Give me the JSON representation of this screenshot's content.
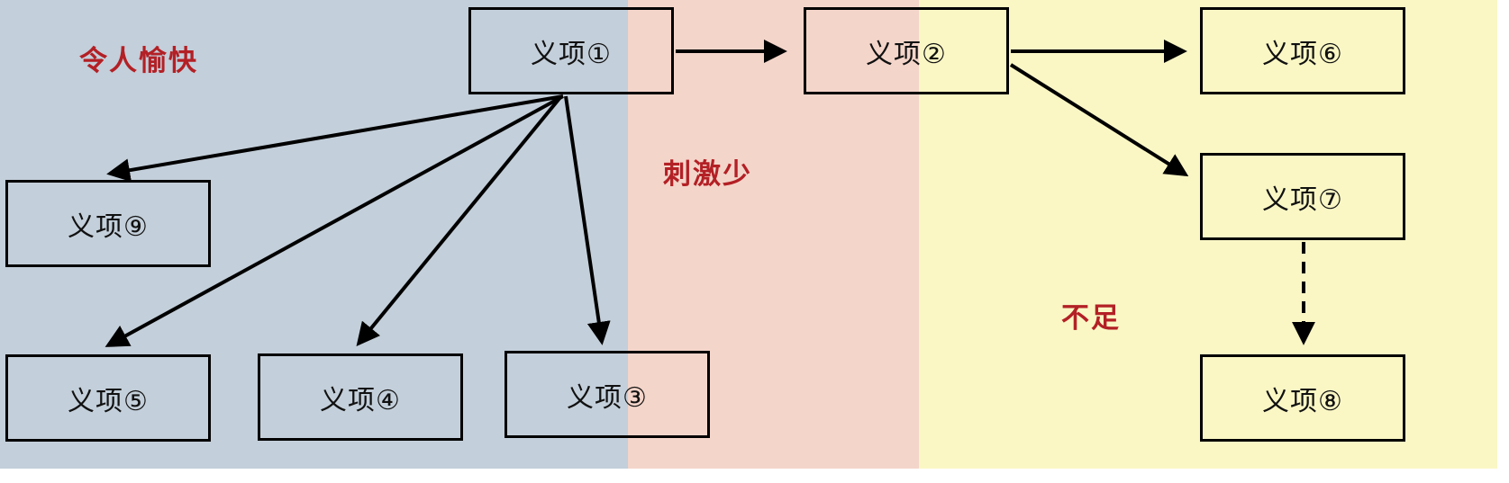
{
  "diagram": {
    "regions": {
      "pleasant": {
        "label": "令人愉快",
        "color": "#c3cfda"
      },
      "low_stimulation": {
        "label": "刺激少",
        "color": "#f4d5ca"
      },
      "insufficient": {
        "label": "不足",
        "color": "#faf7c5"
      }
    },
    "label_color": "#b32025",
    "nodes": {
      "s1": {
        "label": "义项①"
      },
      "s2": {
        "label": "义项②"
      },
      "s3": {
        "label": "义项③"
      },
      "s4": {
        "label": "义项④"
      },
      "s5": {
        "label": "义项⑤"
      },
      "s6": {
        "label": "义项⑥"
      },
      "s7": {
        "label": "义项⑦"
      },
      "s8": {
        "label": "义项⑧"
      },
      "s9": {
        "label": "义项⑨"
      }
    },
    "edges": [
      {
        "from": "s1",
        "to": "s2",
        "style": "solid"
      },
      {
        "from": "s2",
        "to": "s6",
        "style": "solid"
      },
      {
        "from": "s2",
        "to": "s7",
        "style": "solid"
      },
      {
        "from": "s7",
        "to": "s8",
        "style": "dashed"
      },
      {
        "from": "s1",
        "to": "s9",
        "style": "solid"
      },
      {
        "from": "s1",
        "to": "s5",
        "style": "solid"
      },
      {
        "from": "s1",
        "to": "s4",
        "style": "solid"
      },
      {
        "from": "s1",
        "to": "s3",
        "style": "solid"
      }
    ]
  }
}
